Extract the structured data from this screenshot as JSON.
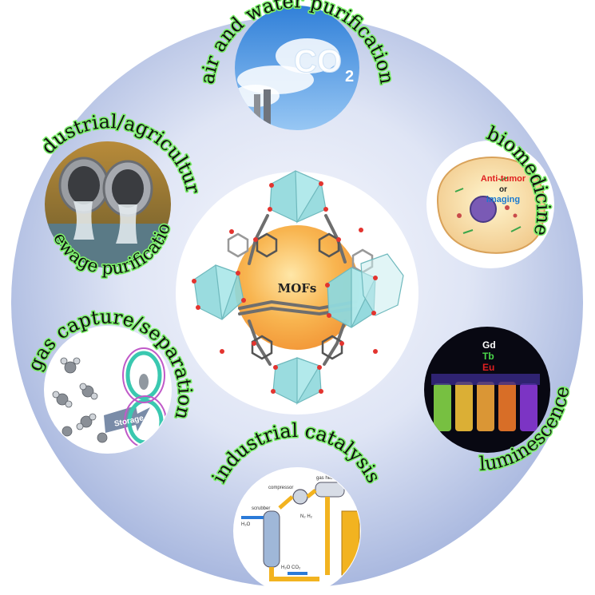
{
  "center": {
    "label": "MOFs"
  },
  "applications": {
    "air_water": {
      "label": "air and water purification",
      "image_text": "CO",
      "image_subscript": "2"
    },
    "biomedicine": {
      "label": "biomedicine",
      "image_line1": "Anti-tumor",
      "image_line2": "or",
      "image_line3": "imaging"
    },
    "luminescence": {
      "label": "luminescence",
      "image_rows": [
        "Gd",
        "Tb",
        "Eu"
      ]
    },
    "catalysis": {
      "label": "industrial catalysis",
      "image_labels": [
        "compressor",
        "scrubber",
        "H₂O",
        "N₂ H₂",
        "H₂O  CO₂",
        "gas heater"
      ]
    },
    "gas": {
      "label": "gas capture/separations",
      "image_text": "Storage"
    },
    "sewage": {
      "label_line1": "industrial/agricultural",
      "label_line2": "sewage purification"
    }
  },
  "colors": {
    "disk_center": "#f4f6fc",
    "disk_edge": "#a9b8df",
    "label_glow": "#7cf06a",
    "polyhedra": "#8fd8dc",
    "mof_sphere": "#f6a94a"
  }
}
